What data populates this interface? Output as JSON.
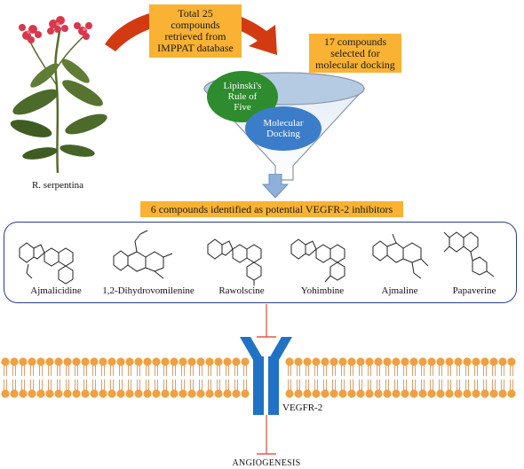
{
  "plant": {
    "label": "R. serpentina"
  },
  "step1": {
    "text": "Total 25\ncompounds\nretrieved from\nIMPPAT database"
  },
  "step2": {
    "text": "17 compounds\nselected for\nmolecular docking"
  },
  "funnel": {
    "filter1": "Lipinski's\nRule of\nFive",
    "filter2": "Molecular\nDocking"
  },
  "result": {
    "text": "6 compounds identified as potential VEGFR-2 inhibitors"
  },
  "compounds": [
    {
      "name": "Ajmalicidine"
    },
    {
      "name": "1,2-Dihydrovomilenine"
    },
    {
      "name": "Rawolscine"
    },
    {
      "name": "Yohimbine"
    },
    {
      "name": "Ajmaline"
    },
    {
      "name": "Papaverine"
    }
  ],
  "receptor": {
    "label": "VEGFR-2"
  },
  "outcome": {
    "label": "ANGIOGENESIS"
  },
  "colors": {
    "orange": "#f9b233",
    "red_arrow": "#d23a12",
    "green": "#2e8b2e",
    "blue": "#3c7dc9",
    "receptor_blue": "#1f72c4",
    "lipid_head": "#f0a040",
    "inhibit_red": "#e05a4a"
  }
}
